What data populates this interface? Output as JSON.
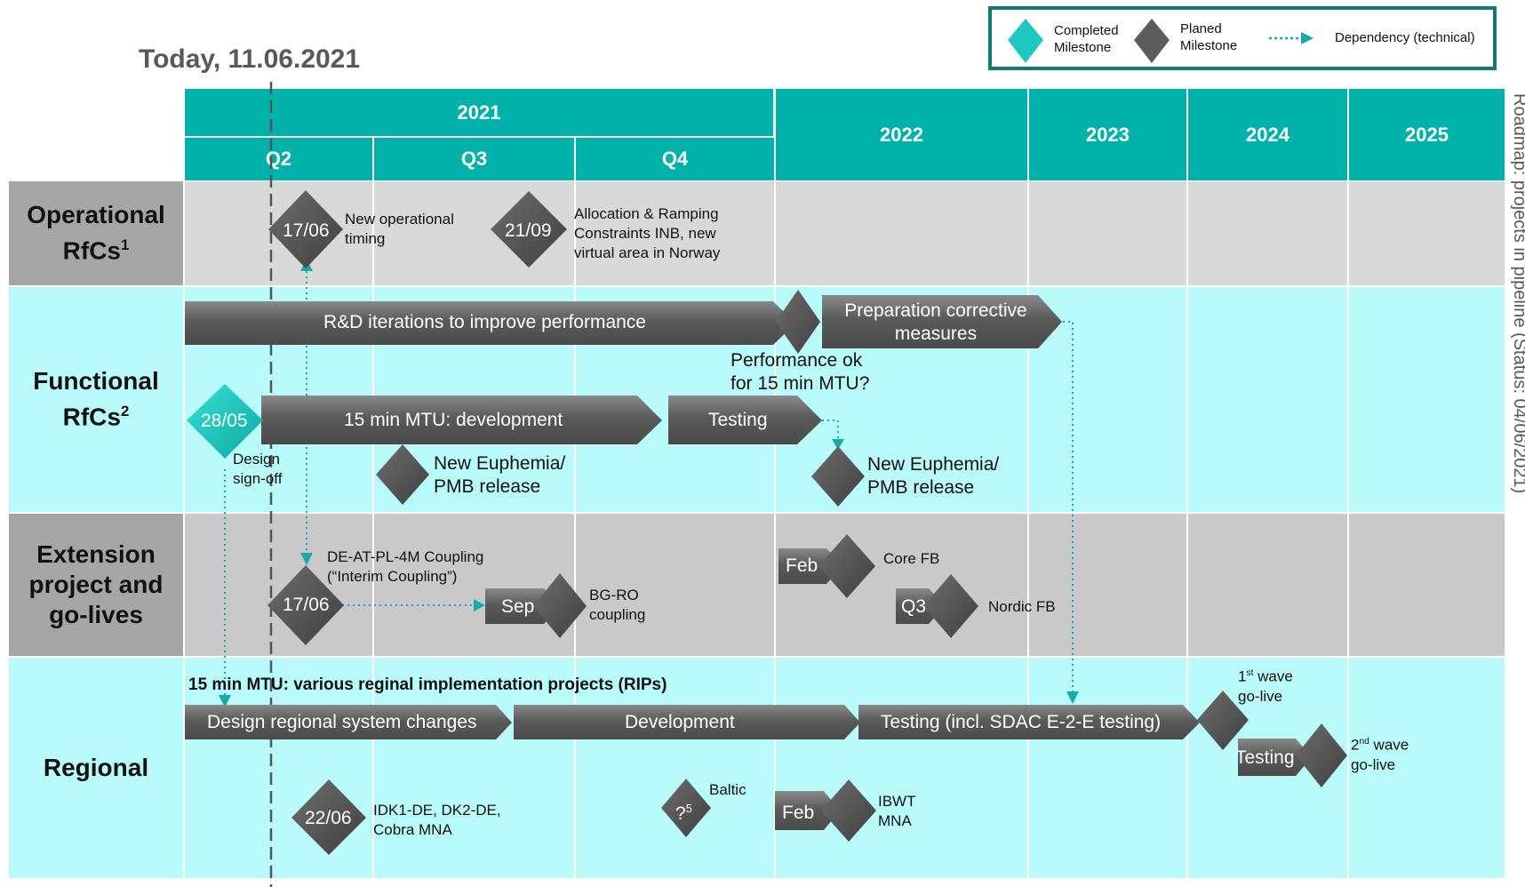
{
  "today_label": "Today, 11.06.2021",
  "side_note": "Roadmap: projects in pipeline (Status: 04/06/2021)",
  "legend": {
    "completed": [
      "Completed",
      "Milestone"
    ],
    "planned": [
      "Planed",
      "Milestone"
    ],
    "dependency": "Dependency (technical)"
  },
  "header": {
    "year_2021": "2021",
    "quarters": [
      "Q2",
      "Q3",
      "Q4"
    ],
    "years": [
      "2022",
      "2023",
      "2024",
      "2025"
    ]
  },
  "lanes": {
    "operational": {
      "title": "Operational",
      "sup": "1",
      "title2": "RfCs"
    },
    "functional": {
      "title": "Functional",
      "title2": "RfCs",
      "sup": "2"
    },
    "extension": {
      "title": [
        "Extension",
        "project and",
        "go-lives"
      ]
    },
    "regional": {
      "title": "Regional"
    }
  },
  "operational": {
    "m1_date": "17/06",
    "m1_text": [
      "New operational",
      "timing"
    ],
    "m2_date": "21/09",
    "m2_text": [
      "Allocation & Ramping",
      "Constraints INB, new",
      "virtual area in Norway"
    ]
  },
  "functional": {
    "rd_bar": "R&D iterations to improve performance",
    "prep_bar": [
      "Preparation corrective",
      "measures"
    ],
    "perf_q": [
      "Performance ok",
      "for 15 min MTU?"
    ],
    "done_date": "28/05",
    "done_text": [
      "Design",
      "sign-off"
    ],
    "dev_bar": "15 min MTU: development",
    "testing_bar": "Testing",
    "euphemia1": [
      "New Euphemia/",
      "PMB release"
    ],
    "euphemia2": [
      "New Euphemia/",
      "PMB release"
    ]
  },
  "extension": {
    "coupling_title": [
      "DE-AT-PL-4M Coupling",
      "(“Interim  Coupling”)"
    ],
    "m_date": "17/06",
    "sep": "Sep",
    "bg_ro": [
      "BG-RO",
      "coupling"
    ],
    "feb": "Feb",
    "core_fb": "Core FB",
    "q3": "Q3",
    "nordic_fb": "Nordic FB"
  },
  "regional": {
    "heading": "15 min MTU: various reginal implementation projects (RIPs)",
    "bar1": "Design regional system changes",
    "bar2": "Development",
    "bar3": "Testing (incl. SDAC E-2-E testing)",
    "wave1": {
      "n": "1",
      "suffix": "st",
      "rest": " wave",
      "line2": "go-live"
    },
    "testing": "Testing",
    "wave2": {
      "n": "2",
      "suffix": "nd",
      "rest": "  wave",
      "line2": "go-live"
    },
    "m_date": "22/06",
    "m_text": [
      "IDK1-DE, DK2-DE,",
      "Cobra  MNA"
    ],
    "q5": "?",
    "q5_sup": "5",
    "baltic": "Baltic",
    "feb": "Feb",
    "ibwt": [
      "IBWT",
      "MNA"
    ]
  },
  "colors": {
    "teal": "#00b2a9",
    "light_cyan": "#b9fbfb",
    "grey_band": "#d9d9d9",
    "label_grey": "#a6a6a6",
    "bar_grey": "#5f5f5f",
    "dependency": "#1aa8a8"
  }
}
